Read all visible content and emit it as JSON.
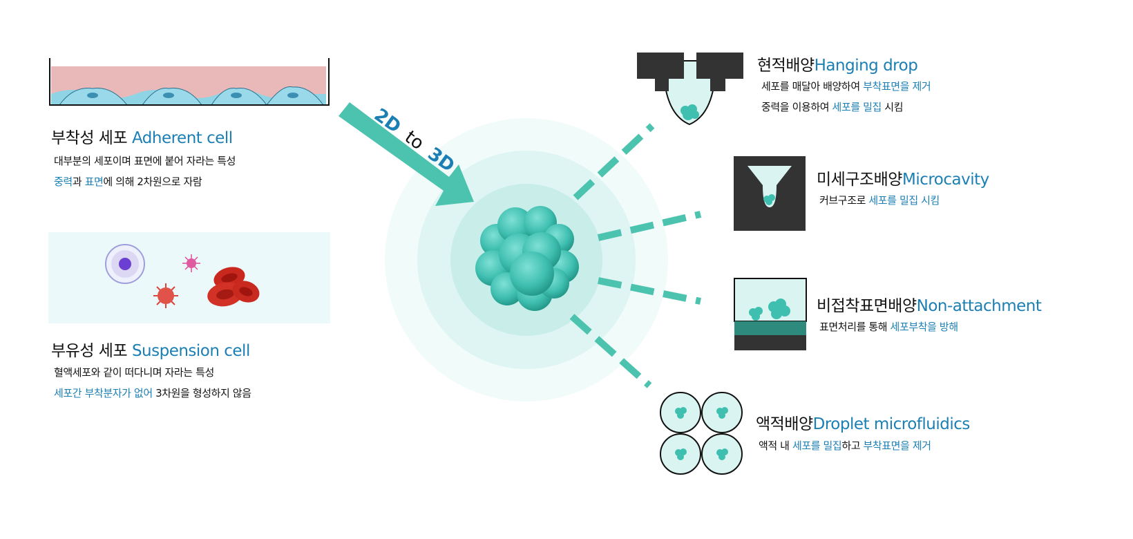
{
  "left": {
    "adherent": {
      "title_ko": "부착성 세포",
      "title_en": "Adherent cell",
      "line1": "대부분의 세포이며 표면에 붙어 자라는 특성",
      "line2": {
        "hl1": "중력",
        "t1": "과 ",
        "hl2": "표면",
        "t2": "에 의해 2차원으로 자람"
      }
    },
    "suspension": {
      "title_ko": "부유성 세포",
      "title_en": "Suspension cell",
      "line1": "혈액세포와 같이 떠다니며 자라는 특성",
      "line2": {
        "hl": "세포간 부착분자가 없어",
        "t": " 3차원을 형성하지 않음"
      }
    }
  },
  "arrow": {
    "from": "2D",
    "to_word": "to",
    "to": "3D"
  },
  "methods": {
    "hanging": {
      "title_ko": "현적배양",
      "title_en": "Hanging drop",
      "line1": {
        "t": "세포를 매달아 배양하여 ",
        "hl": "부착표면을 제거"
      },
      "line2": {
        "t": "중력을 이용하여 ",
        "hl": "세포를 밀집",
        "t2": " 시킴"
      }
    },
    "microcavity": {
      "title_ko": "미세구조배양",
      "title_en": "Microcavity",
      "line1": {
        "t": "커브구조로 ",
        "hl": "세포를 밀집 시킴"
      }
    },
    "nonattach": {
      "title_ko": "비접착표면배양",
      "title_en": "Non-attachment",
      "line1": {
        "t": "표면처리를 통해 ",
        "hl": "세포부착을 방해"
      }
    },
    "droplet": {
      "title_ko": "액적배양",
      "title_en": "Droplet microfluidics",
      "line1": {
        "t": "액적 내 ",
        "hl": "세포를 밀집",
        "t2": "하고 ",
        "hl2": "부착표면을 제거"
      }
    }
  },
  "colors": {
    "accent_blue": "#1b7fb4",
    "teal": "#4cc3ae",
    "spheroid": "#3fbfb0",
    "medium_pink": "#e8b7b7",
    "dark_block": "#333333"
  }
}
